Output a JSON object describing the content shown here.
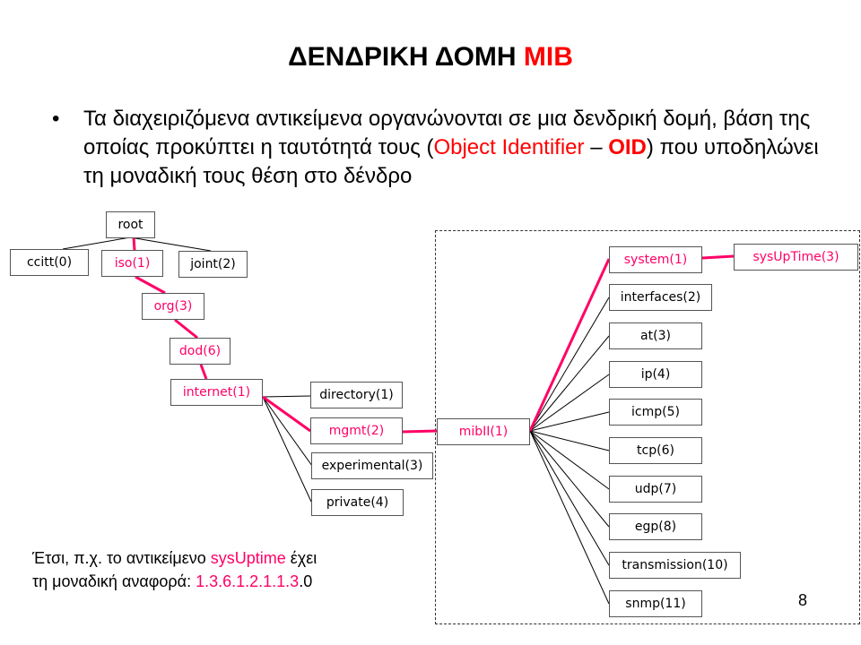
{
  "title": {
    "main": "ΔΕΝΔΡΙΚΗ ΔΟΜΗ ",
    "accent": "MIB"
  },
  "bullet": {
    "marker": "•",
    "t1": "Τα διαχειριζόμενα αντικείμενα οργανώνονται σε μια δενδρική δομή, βάση της οποίας προκύπτει η ταυτότητά τους (",
    "t2": "Object Identifier",
    "t3": " – ",
    "t4": "OID",
    "t5": ") που υποδηλώνει τη μοναδική τους θέση στο δένδρο"
  },
  "tree": {
    "root": "root",
    "ccitt": "ccitt(0)",
    "iso": "iso(1)",
    "joint": "joint(2)",
    "org": "org(3)",
    "dod": "dod(6)",
    "internet": "internet(1)",
    "directory": "directory(1)",
    "mgmt": "mgmt(2)",
    "experimental": "experimental(3)",
    "private": "private(4)",
    "mib2": "mibII(1)",
    "system": "system(1)",
    "sysuptime": "sysUpTime(3)",
    "interfaces": "interfaces(2)",
    "at": "at(3)",
    "ip": "ip(4)",
    "icmp": "icmp(5)",
    "tcp": "tcp(6)",
    "udp": "udp(7)",
    "egp": "egp(8)",
    "transmission": "transmission(10)",
    "snmp": "snmp(11)"
  },
  "note": {
    "a": "Έτσι, π.χ. το αντικείμενο ",
    "b": "sysUptime",
    "c": " έχει",
    "d": "τη μοναδική αναφορά: ",
    "e": "1.3.6.1.2.1.1.3",
    "f": ".0"
  },
  "page_number": "8",
  "colors": {
    "highlight": "#ff0066",
    "title_accent": "#ff0000"
  }
}
